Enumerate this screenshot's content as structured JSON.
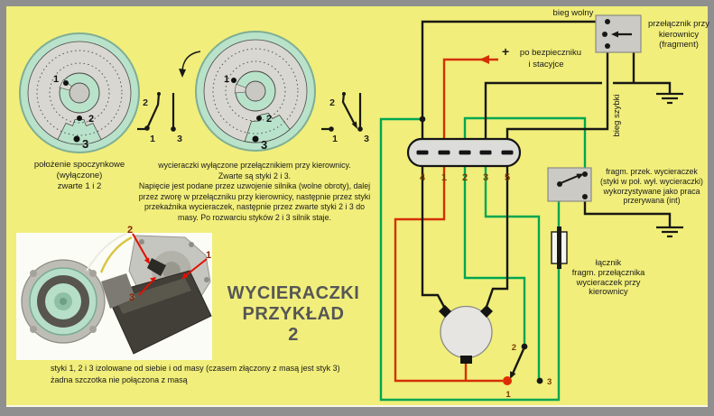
{
  "left": {
    "caption1": [
      "położenie spoczynkowe",
      "(wyłączone)",
      "zwarte 1 i 2"
    ],
    "caption2": [
      "wycieraczki wyłączone przełącznikiem przy kierownicy.",
      "Zwarte są styki 2 i 3.",
      "Napięcie jest podane przez uzwojenie silnika (wolne obroty), dalej",
      "przez zworę w przełączniku przy kierownicy, następnie przez styki",
      "przekaźnika wycieraczek, następnie przez zwarte styki 2 i 3 do",
      "masy. Po rozwarciu styków 2 i 3 silnik staje."
    ],
    "disc1_labels": {
      "p1": "1",
      "p2": "2",
      "p3": "3"
    },
    "disc2_labels": {
      "p1": "1",
      "p2": "2",
      "p3": "3"
    },
    "glyph1_labels": {
      "p1": "1",
      "p2": "2",
      "p3": "3"
    },
    "glyph2_labels": {
      "p1": "1",
      "p2": "2",
      "p3": "3"
    },
    "photo_labels": {
      "p1": "1",
      "p2": "2",
      "p3": "3"
    },
    "title": [
      "WYCIERACZKI",
      "PRZYKŁAD",
      "2"
    ],
    "footnote": [
      "styki 1, 2 i 3 izolowane od siebie i od masy (czasem złączony z masą jest styk 3)",
      "żadna szczotka nie połączona z masą"
    ]
  },
  "schematic": {
    "pins": [
      "4",
      "1",
      "2",
      "3",
      "5"
    ],
    "bieg_wolny": "bieg wolny",
    "bieg_szybki": "bieg szybki",
    "plus": "+",
    "feed": [
      "po bezpieczniku",
      "i stacyjce"
    ],
    "column_switch": [
      "przełącznik przy",
      "kierownicy",
      "(fragment)"
    ],
    "relay": [
      "fragm. przek. wycieraczek",
      "(styki w poł. wył. wycieraczki)",
      "wykorzystywane jako praca",
      "przerywana (int)"
    ],
    "lacznik": [
      "łącznik",
      "fragm. przełącznika",
      "wycieraczek przy",
      "kierownicy"
    ],
    "park_labels": {
      "p1": "1",
      "p2": "2",
      "p3": "3"
    }
  },
  "colors": {
    "background": "#f1ee7b",
    "frame": "#8f8f8f",
    "wire_black": "#181814",
    "wire_red": "#d43000",
    "wire_green": "#00a651",
    "mint": "#b9e2cb",
    "disc_gray": "#d8d7d1"
  }
}
